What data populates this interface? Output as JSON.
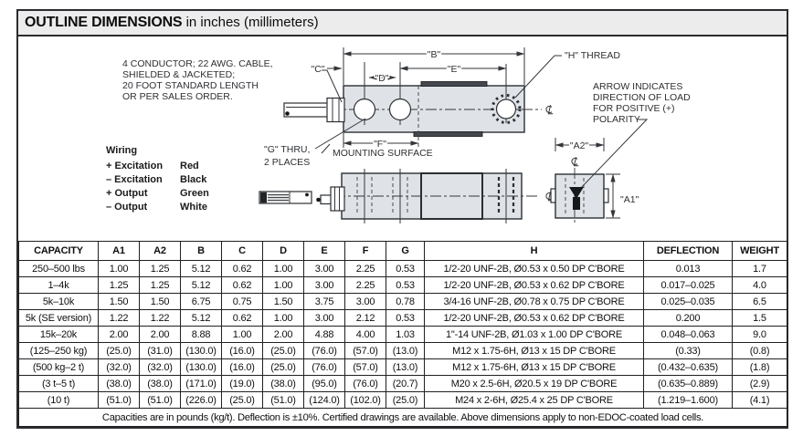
{
  "title": {
    "bold": "OUTLINE DIMENSIONS",
    "rest": " in inches (millimeters)"
  },
  "drawing": {
    "cable_note": [
      "4 CONDUCTOR; 22 AWG. CABLE,",
      "SHIELDED & JACKETED;",
      "20 FOOT STANDARD LENGTH",
      "OR PER SALES ORDER."
    ],
    "wiring": {
      "heading": "Wiring",
      "rows": [
        [
          "+ Excitation",
          "Red"
        ],
        [
          "– Excitation",
          "Black"
        ],
        [
          "+ Output",
          "Green"
        ],
        [
          "– Output",
          "White"
        ]
      ]
    },
    "arrow_note": [
      "ARROW INDICATES",
      "DIRECTION OF LOAD",
      "FOR POSITIVE (+)",
      "POLARITY"
    ],
    "labels": {
      "b": "\"B\"",
      "c": "\"C\"",
      "d": "\"D\"",
      "e": "\"E\"",
      "f": "\"F\"",
      "g_thru": "\"G\" THRU,",
      "g_places": "2 PLACES",
      "h_thread": "\"H\" THREAD",
      "mounting": "MOUNTING SURFACE",
      "a1": "\"A1\"",
      "a2": "\"A2\""
    }
  },
  "table": {
    "headers": [
      "CAPACITY",
      "A1",
      "A2",
      "B",
      "C",
      "D",
      "E",
      "F",
      "G",
      "H",
      "DEFLECTION",
      "WEIGHT"
    ],
    "rows": [
      [
        "250–500 lbs",
        "1.00",
        "1.25",
        "5.12",
        "0.62",
        "1.00",
        "3.00",
        "2.25",
        "0.53",
        "1/2-20 UNF-2B, Ø0.53 x 0.50 DP C'BORE",
        "0.013",
        "1.7"
      ],
      [
        "1–4k",
        "1.25",
        "1.25",
        "5.12",
        "0.62",
        "1.00",
        "3.00",
        "2.25",
        "0.53",
        "1/2-20 UNF-2B, Ø0.53 x 0.62 DP C'BORE",
        "0.017–0.025",
        "4.0"
      ],
      [
        "5k–10k",
        "1.50",
        "1.50",
        "6.75",
        "0.75",
        "1.50",
        "3.75",
        "3.00",
        "0.78",
        "3/4-16 UNF-2B, Ø0.78 x 0.75 DP C'BORE",
        "0.025–0.035",
        "6.5"
      ],
      [
        "5k (SE version)",
        "1.22",
        "1.22",
        "5.12",
        "0.62",
        "1.00",
        "3.00",
        "2.12",
        "0.53",
        "1/2-20 UNF-2B, Ø0.53 x 0.62 DP C'BORE",
        "0.200",
        "1.5"
      ],
      [
        "15k–20k",
        "2.00",
        "2.00",
        "8.88",
        "1.00",
        "2.00",
        "4.88",
        "4.00",
        "1.03",
        "1\"-14 UNF-2B, Ø1.03 x 1.00 DP C'BORE",
        "0.048–0.063",
        "9.0"
      ],
      [
        "(125–250 kg)",
        "(25.0)",
        "(31.0)",
        "(130.0)",
        "(16.0)",
        "(25.0)",
        "(76.0)",
        "(57.0)",
        "(13.0)",
        "M12 x 1.75-6H, Ø13 x 15 DP C'BORE",
        "(0.33)",
        "(0.8)"
      ],
      [
        "(500 kg–2 t)",
        "(32.0)",
        "(32.0)",
        "(130.0)",
        "(16.0)",
        "(25.0)",
        "(76.0)",
        "(57.0)",
        "(13.0)",
        "M12 x 1.75-6H, Ø13 x 15 DP C'BORE",
        "(0.432–0.635)",
        "(1.8)"
      ],
      [
        "(3 t–5 t)",
        "(38.0)",
        "(38.0)",
        "(171.0)",
        "(19.0)",
        "(38.0)",
        "(95.0)",
        "(76.0)",
        "(20.7)",
        "M20 x 2.5-6H, Ø20.5 x 19 DP C'BORE",
        "(0.635–0.889)",
        "(2.9)"
      ],
      [
        "(10 t)",
        "(51.0)",
        "(51.0)",
        "(226.0)",
        "(25.0)",
        "(51.0)",
        "(124.0)",
        "(102.0)",
        "(25.0)",
        "M24 x 2-6H, Ø25.4 x 25 DP C'BORE",
        "(1.219–1.600)",
        "(4.1)"
      ]
    ],
    "footnote": "Capacities are in pounds (kg/t). Deflection is ±10%. Certified drawings are available. Above dimensions apply to non-EDOC-coated load cells."
  },
  "colors": {
    "titlebar_bg": "#ececec",
    "frame_border": "#2a2c2f",
    "drawing_line": "#33363a",
    "metal_fill": "#dfe3e8",
    "pad_fill": "#44484e",
    "text": "#111111"
  }
}
